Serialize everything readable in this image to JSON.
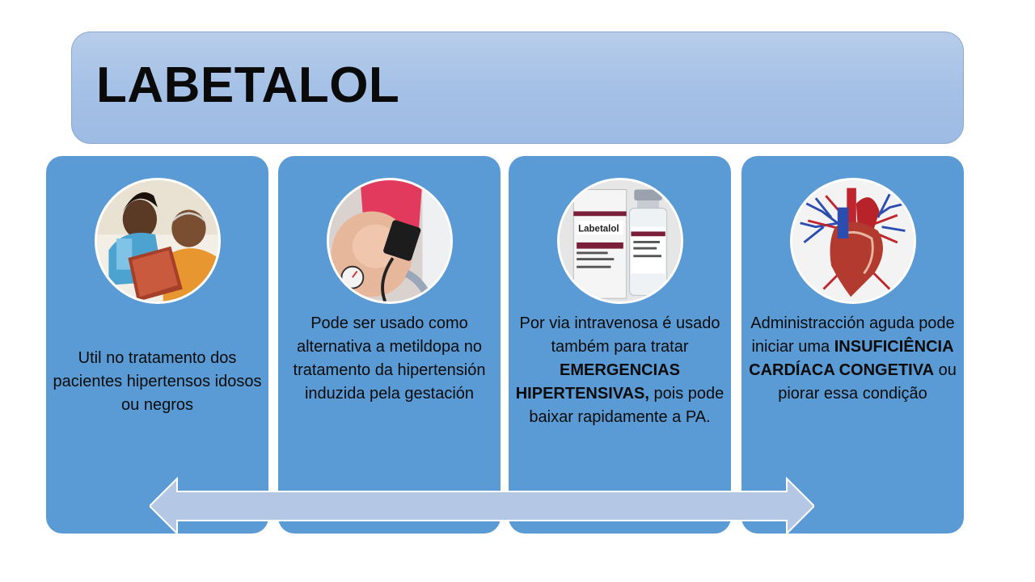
{
  "slide": {
    "title": "LABETALOL"
  },
  "cards": [
    {
      "image_icon": "elderly-man-and-child-photo",
      "text": "Util no tratamento dos pacientes hipertensos idosos ou negros"
    },
    {
      "image_icon": "pregnant-woman-blood-pressure-photo",
      "text": "Pode ser usado como alternativa a metildopa no tratamento da hipertensión induzida pela gestación"
    },
    {
      "image_icon": "labetalol-vial-photo",
      "text_before": "Por via intravenosa é usado também para tratar ",
      "text_bold": "EMERGENCIAS HIPERTENSIVAS,",
      "text_after": " pois pode baixar rapidamente a PA.",
      "vial_label": "Labetalol"
    },
    {
      "image_icon": "heart-anatomy-illustration",
      "text_before": "Administracción aguda pode iniciar uma ",
      "text_bold": "INSUFICIÊNCIA CARDÍACA CONGETIVA",
      "text_after": " ou piorar essa condição"
    }
  ],
  "colors": {
    "title_bar": "#a4c0e6",
    "card": "#5b9bd5",
    "arrow": "#b4c8e6"
  }
}
